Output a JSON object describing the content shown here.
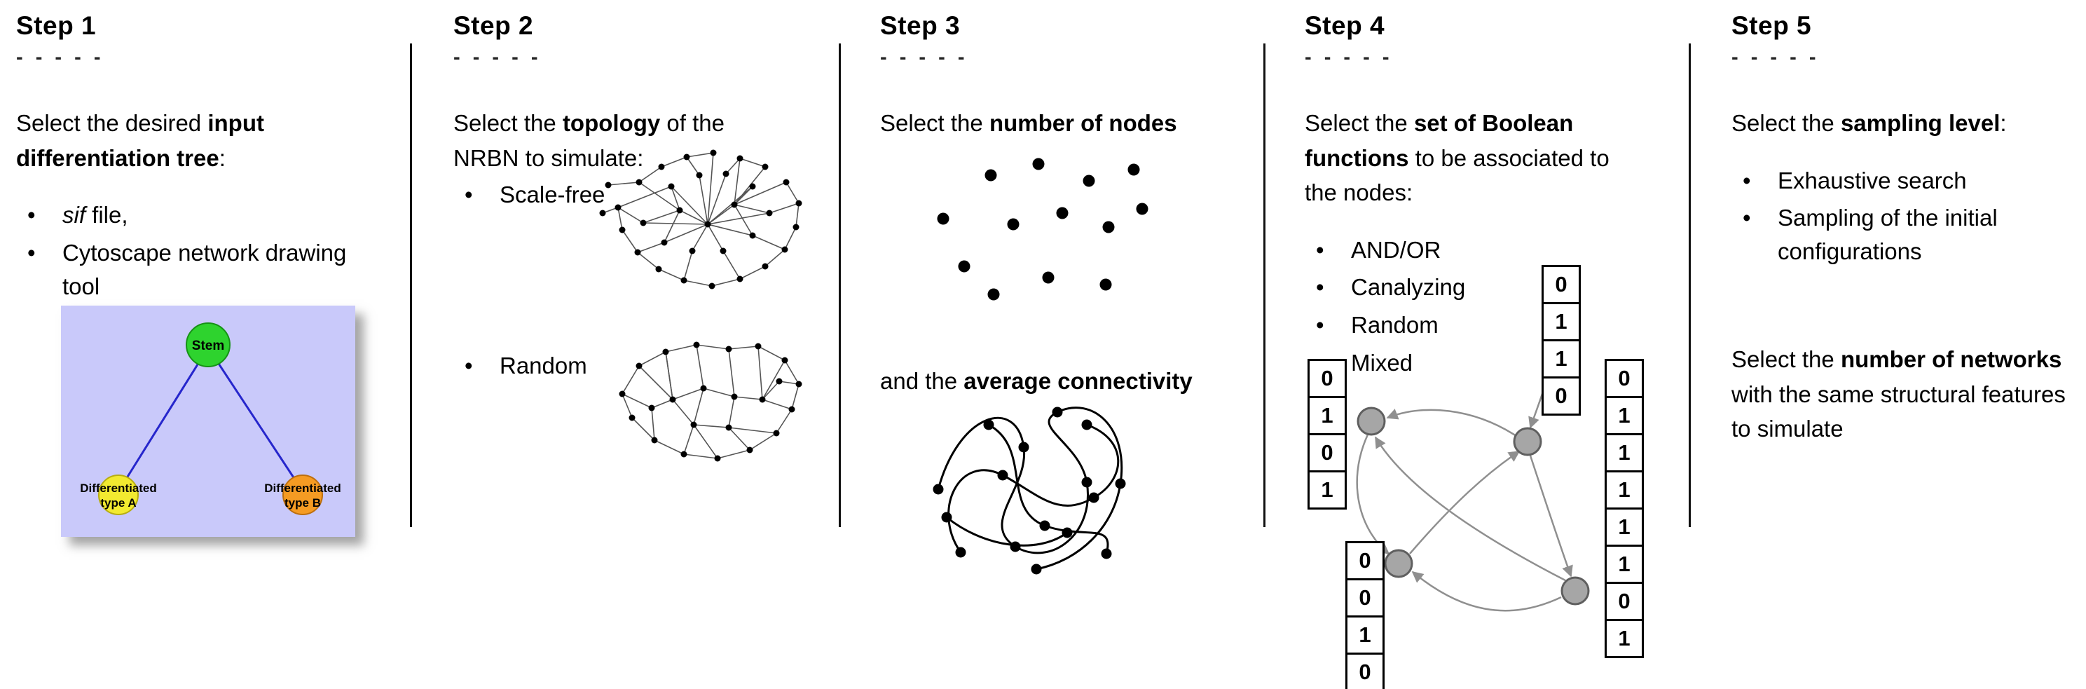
{
  "steps": [
    {
      "title": "Step 1",
      "dashes": "- - - - -",
      "intro": {
        "pre": "Select the desired ",
        "bold": "input differentiation tree",
        "post": ":"
      },
      "bullets": [
        {
          "italic": "sif",
          "text": " file,"
        },
        {
          "text": "Cytoscape network drawing tool"
        }
      ],
      "tree": {
        "stem_label": "Stem",
        "type_a_line1": "Differentiated",
        "type_a_line2": "type A",
        "type_b_line1": "Differentiated",
        "type_b_line2": "type B",
        "colors": {
          "background": "#c9c9fa",
          "stem_fill": "#2ed32e",
          "type_a_fill": "#f2ea30",
          "type_b_fill": "#f59b23",
          "edge_blue": "#2626cc"
        }
      }
    },
    {
      "title": "Step 2",
      "dashes": "- - - - -",
      "intro": {
        "pre": "Select the ",
        "bold": "topology",
        "post": " of the NRBN to simulate:"
      },
      "bullets": [
        {
          "text": "Scale-free"
        },
        {
          "text": "Random"
        }
      ]
    },
    {
      "title": "Step 3",
      "dashes": "- - - - -",
      "intro": {
        "pre": "Select the ",
        "bold": "number of nodes",
        "post": ""
      },
      "second": {
        "pre": "and the ",
        "bold": "average connectivity",
        "post": ""
      }
    },
    {
      "title": "Step 4",
      "dashes": "- - - - -",
      "intro": {
        "pre": "Select the ",
        "bold": "set of Boolean functions",
        "post": " to be associated to the nodes:"
      },
      "bullets": [
        {
          "text": "AND/OR"
        },
        {
          "text": "Canalyzing"
        },
        {
          "text": "Random"
        },
        {
          "text": "Mixed"
        }
      ],
      "truth_tables": {
        "left": [
          "0",
          "1",
          "0",
          "1"
        ],
        "top": [
          "0",
          "1",
          "1",
          "0"
        ],
        "bottom_left": [
          "0",
          "0",
          "1",
          "0"
        ],
        "right": [
          "0",
          "1",
          "1",
          "1",
          "1",
          "1",
          "0",
          "1"
        ]
      }
    },
    {
      "title": "Step 5",
      "dashes": "- - - - -",
      "intro": {
        "pre": "Select the ",
        "bold": "sampling level",
        "post": ":"
      },
      "bullets": [
        {
          "text": "Exhaustive search"
        },
        {
          "text": "Sampling of the initial configurations"
        }
      ],
      "second": {
        "pre": "Select the ",
        "bold": "number of networks",
        "post": " with the same structural features to simulate"
      }
    }
  ]
}
